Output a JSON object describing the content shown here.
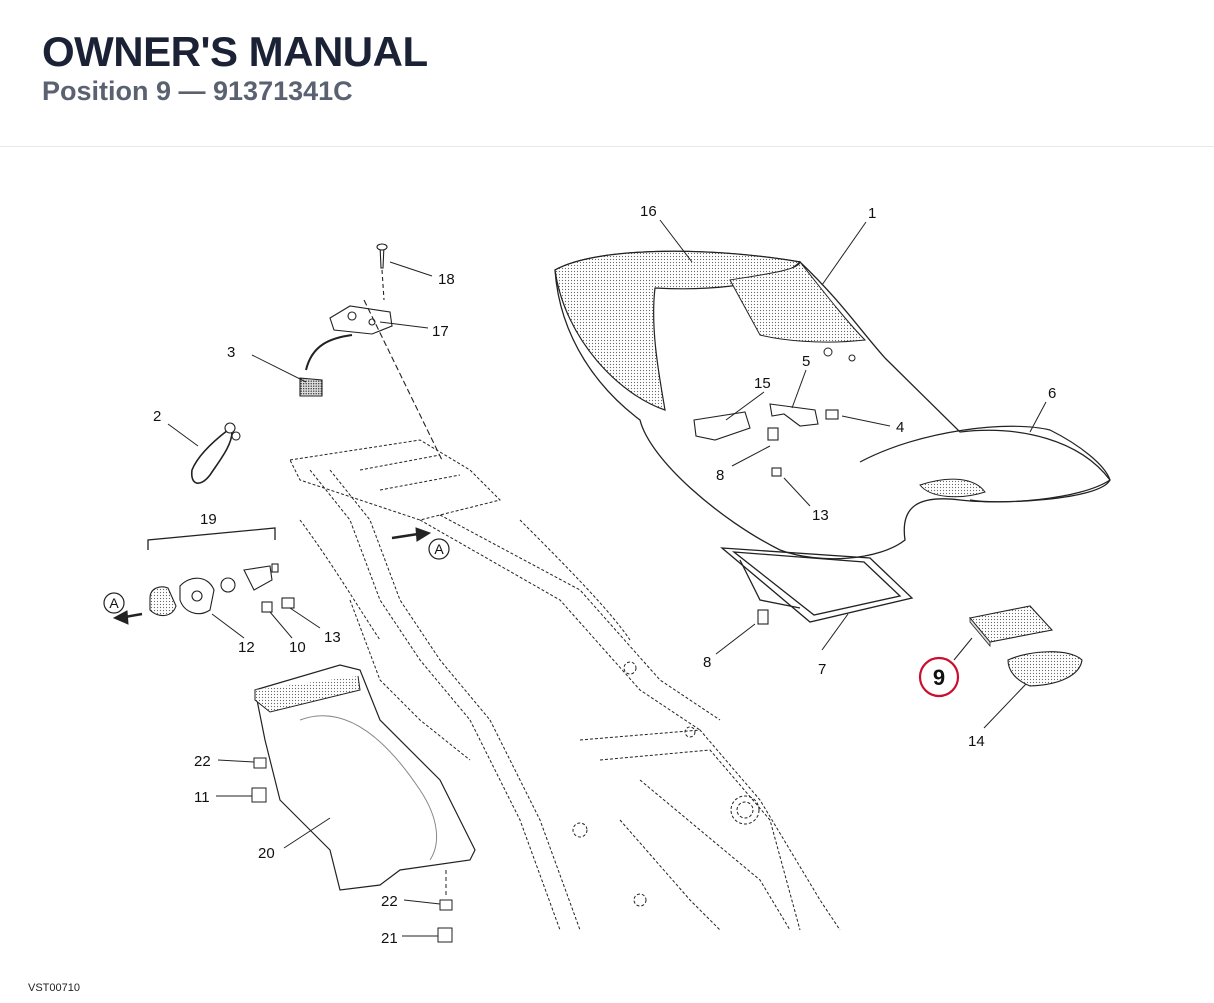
{
  "header": {
    "title": "OWNER'S MANUAL",
    "subtitle": "Position 9 — 91371341C"
  },
  "highlight": {
    "label": "9",
    "color": "#c8102e"
  },
  "callouts": {
    "c1": "1",
    "c2": "2",
    "c3": "3",
    "c4": "4",
    "c5": "5",
    "c6": "6",
    "c7": "7",
    "c8a": "8",
    "c8b": "8",
    "c10": "10",
    "c11": "11",
    "c12": "12",
    "c13a": "13",
    "c13b": "13",
    "c14": "14",
    "c15": "15",
    "c16": "16",
    "c17": "17",
    "c18": "18",
    "c19": "19",
    "c20": "20",
    "c21": "21",
    "c22a": "22",
    "c22b": "22",
    "refA1": "A",
    "refA2": "A"
  },
  "footer": {
    "code": "VST00710"
  }
}
